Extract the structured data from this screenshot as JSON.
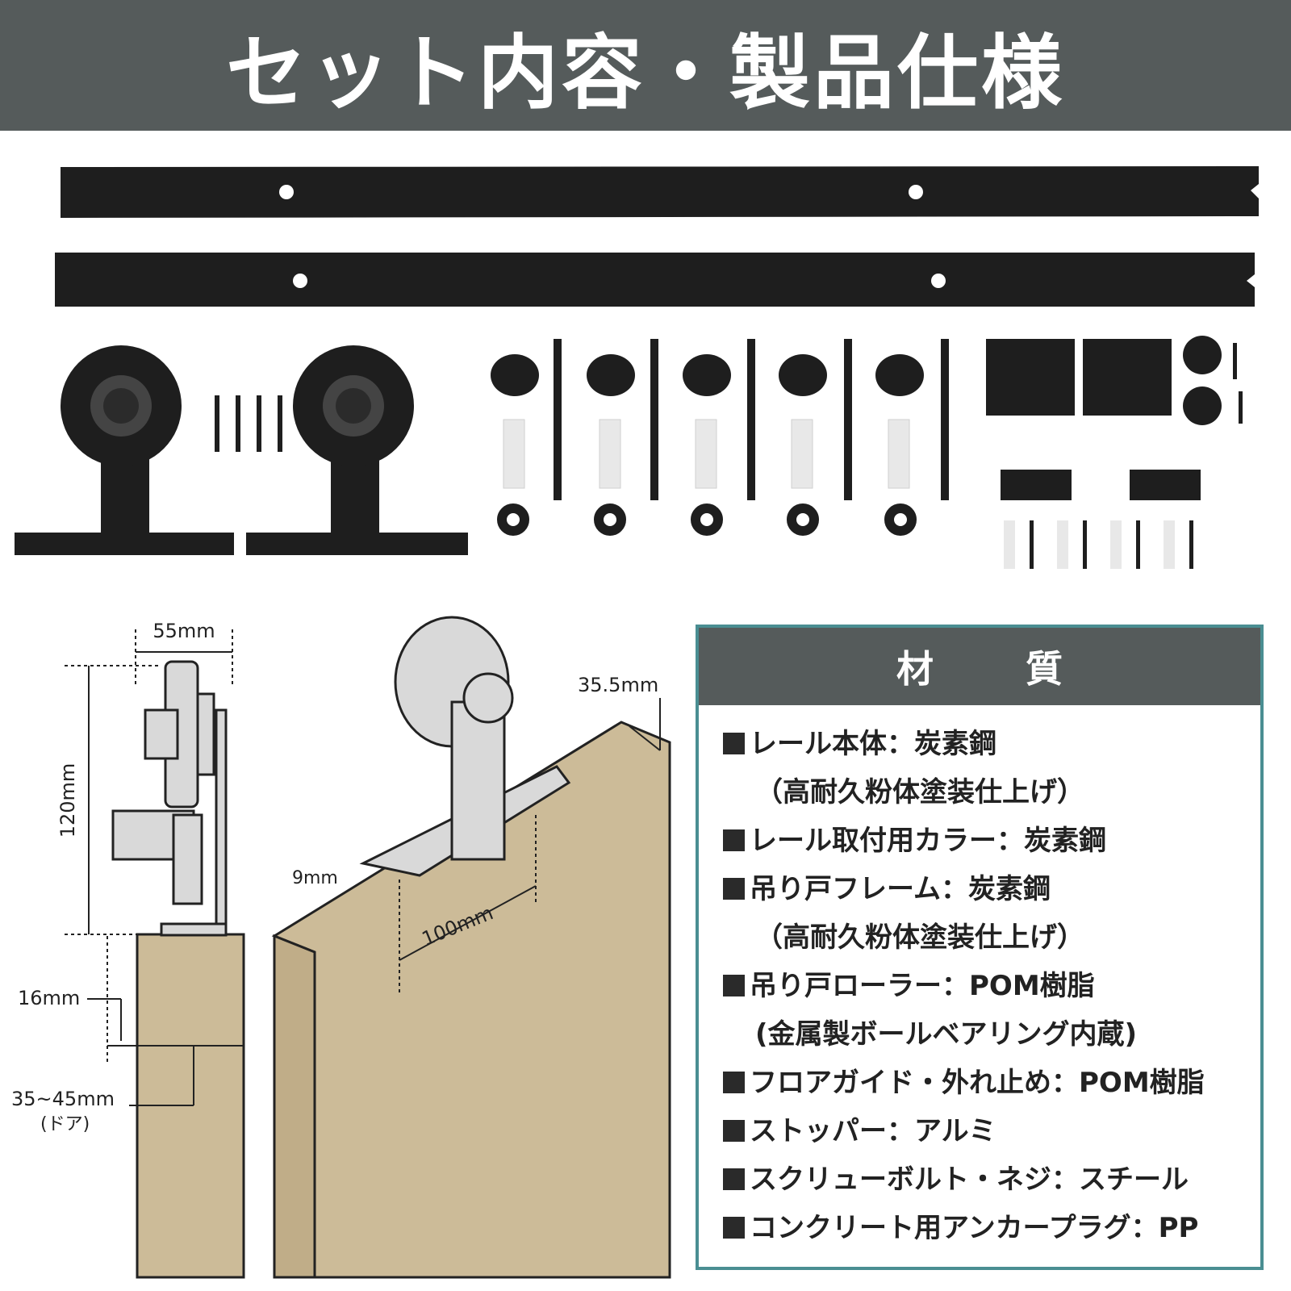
{
  "header": {
    "title": "セット内容・製品仕様"
  },
  "dimensions": {
    "width": "55mm",
    "height": "120mm",
    "gap": "16mm",
    "door_thickness": "35~45mm",
    "door_note": "(ドア)",
    "plate_offset": "35.5mm",
    "plate_height": "9mm",
    "hole_spacing": "100mm"
  },
  "materials": {
    "title": "材　質",
    "lines": [
      {
        "text": "レール本体：炭素鋼",
        "bullet": true
      },
      {
        "text": "（高耐久粉体塗装仕上げ）",
        "bullet": false
      },
      {
        "text": "レール取付用カラー：炭素鋼",
        "bullet": true
      },
      {
        "text": "吊り戸フレーム：炭素鋼",
        "bullet": true
      },
      {
        "text": "（高耐久粉体塗装仕上げ）",
        "bullet": false
      },
      {
        "text": "吊り戸ローラー：POM樹脂",
        "bullet": true
      },
      {
        "text": "(金属製ボールベアリング内蔵)",
        "bullet": false
      },
      {
        "text": "フロアガイド・外れ止め：POM樹脂",
        "bullet": true
      },
      {
        "text": "ストッパー：アルミ",
        "bullet": true
      },
      {
        "text": "スクリューボルト・ネジ：スチール",
        "bullet": true
      },
      {
        "text": "コンクリート用アンカープラグ：PP",
        "bullet": true
      }
    ]
  },
  "colors": {
    "header_bg": "#555b5b",
    "panel_border": "#4a8e92",
    "wood": "#ccbb98",
    "hardware": "#1e1e1e"
  }
}
